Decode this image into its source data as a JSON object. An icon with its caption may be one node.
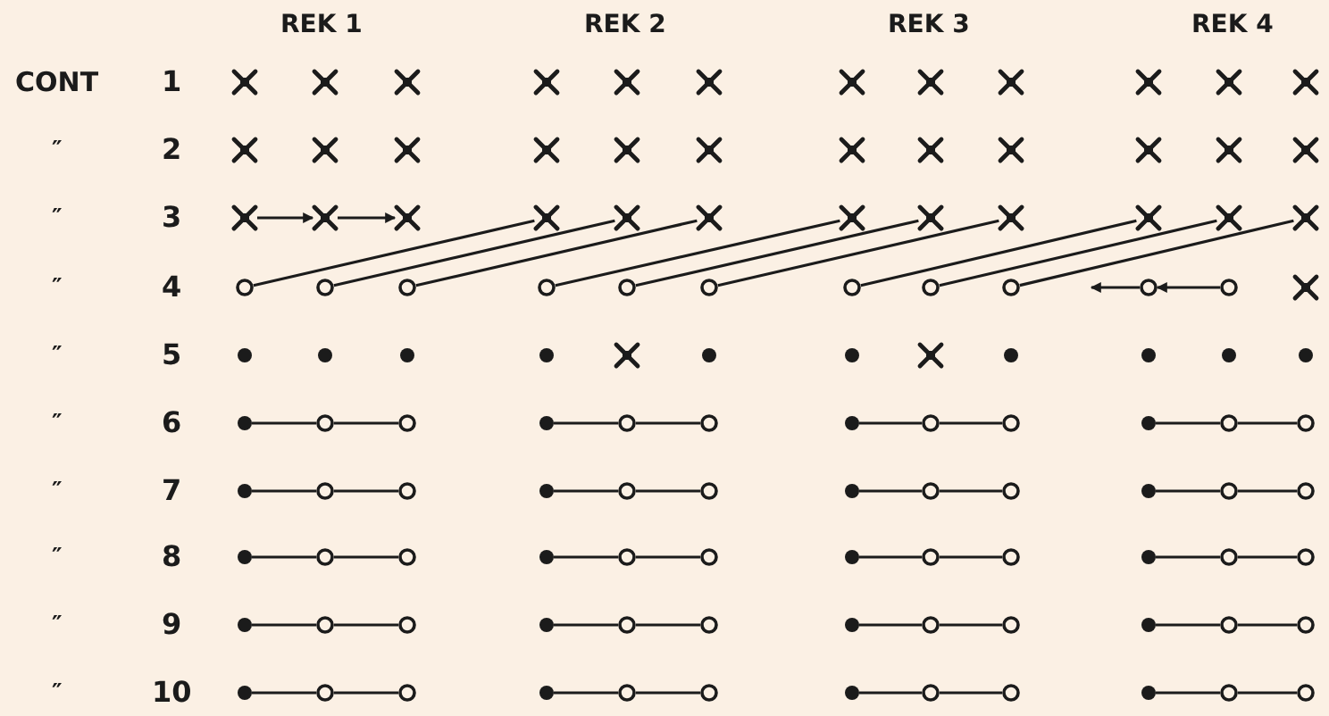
{
  "diagram": {
    "nodes": [
      {
        "text": [],
        "shape": "cross"
      },
      {
        "text": [],
        "shape": "cross"
      },
      {
        "text": [],
        "shape": "cross"
      },
      {
        "text": [],
        "shape": "cross"
      },
      {
        "text": [],
        "shape": "cross"
      },
      {
        "text": [],
        "shape": "cross"
      },
      {
        "text": [],
        "shape": "cross"
      },
      {
        "text": [],
        "shape": "cross"
      },
      {
        "text": [],
        "shape": "cross"
      },
      {
        "text": [],
        "shape": "cross"
      },
      {
        "text": [],
        "shape": "cross"
      },
      {
        "text": [],
        "shape": "cross"
      },
      {
        "text": [],
        "shape": "cross"
      },
      {
        "text": [],
        "shape": "cross"
      },
      {
        "text": [],
        "shape": "cross"
      },
      {
        "text": [],
        "shape": "cross"
      },
      {
        "text": [],
        "shape": "cross"
      },
      {
        "text": [],
        "shape": "cross"
      },
      {
        "text": [],
        "shape": "cross"
      },
      {
        "text": [],
        "shape": "cross"
      },
      {
        "text": [],
        "shape": "cross"
      },
      {
        "text": [],
        "shape": "cross"
      },
      {
        "text": [],
        "shape": "cross"
      },
      {
        "text": [],
        "shape": "cross"
      },
      {
        "text": [],
        "shape": "cross"
      },
      {
        "text": [],
        "shape": "cross"
      },
      {
        "text": [],
        "shape": "cross"
      },
      {
        "text": [],
        "shape": "cross"
      },
      {
        "text": [],
        "shape": "cross"
      },
      {
        "text": [],
        "shape": "cross"
      },
      {
        "text": [],
        "shape": "cross"
      },
      {
        "text": [],
        "shape": "cross"
      },
      {
        "text": [],
        "shape": "cross"
      },
      {
        "text": [],
        "shape": "cross"
      },
      {
        "text": [],
        "shape": "cross"
      },
      {
        "text": [],
        "shape": "cross"
      },
      {
        "text": [],
        "shape": "circle"
      },
      {
        "text": [],
        "shape": "circle"
      },
      {
        "text": [],
        "shape": "circle"
      },
      {
        "text": [],
        "shape": "circle"
      },
      {
        "text": [],
        "shape": "circle"
      },
      {
        "text": [],
        "shape": "circle"
      },
      {
        "text": [],
        "shape": "circle"
      },
      {
        "text": [],
        "shape": "circle"
      },
      {
        "text": [],
        "shape": "circle"
      },
      {
        "text": [],
        "shape": "circle"
      },
      {
        "text": [],
        "shape": "circle"
      },
      {
        "text": [],
        "shape": "cross"
      },
      {
        "text": [],
        "shape": "dot"
      },
      {
        "text": [],
        "shape": "dot"
      },
      {
        "text": [],
        "shape": "dot"
      },
      {
        "text": [],
        "shape": "dot"
      },
      {
        "text": [],
        "shape": "cross"
      },
      {
        "text": [],
        "shape": "dot"
      },
      {
        "text": [],
        "shape": "dot"
      },
      {
        "text": [],
        "shape": "cross"
      },
      {
        "text": [],
        "shape": "dot"
      },
      {
        "text": [],
        "shape": "dot"
      },
      {
        "text": [],
        "shape": "dot"
      },
      {
        "text": [],
        "shape": "dot"
      },
      {
        "text": [],
        "shape": "dot"
      },
      {
        "text": [],
        "shape": "circle"
      },
      {
        "text": [],
        "shape": "circle"
      },
      {
        "text": [],
        "shape": "dot"
      },
      {
        "text": [],
        "shape": "circle"
      },
      {
        "text": [],
        "shape": "circle"
      },
      {
        "text": [],
        "shape": "dot"
      },
      {
        "text": [],
        "shape": "circle"
      },
      {
        "text": [],
        "shape": "circle"
      },
      {
        "text": [],
        "shape": "dot"
      },
      {
        "text": [],
        "shape": "circle"
      },
      {
        "text": [],
        "shape": "circle"
      },
      {
        "text": [],
        "shape": "dot"
      },
      {
        "text": [],
        "shape": "circle"
      },
      {
        "text": [],
        "shape": "circle"
      },
      {
        "text": [],
        "shape": "dot"
      },
      {
        "text": [],
        "shape": "circle"
      },
      {
        "text": [],
        "shape": "circle"
      },
      {
        "text": [],
        "shape": "dot"
      },
      {
        "text": [],
        "shape": "circle"
      },
      {
        "text": [],
        "shape": "circle"
      },
      {
        "text": [],
        "shape": "dot"
      },
      {
        "text": [],
        "shape": "circle"
      },
      {
        "text": [],
        "shape": "circle"
      },
      {
        "text": [],
        "shape": "dot"
      },
      {
        "text": [],
        "shape": "circle"
      },
      {
        "text": [],
        "shape": "circle"
      },
      {
        "text": [],
        "shape": "dot"
      },
      {
        "text": [],
        "shape": "circle"
      },
      {
        "text": [],
        "shape": "circle"
      },
      {
        "text": [],
        "shape": "dot"
      },
      {
        "text": [],
        "shape": "circle"
      },
      {
        "text": [],
        "shape": "circle"
      },
      {
        "text": [],
        "shape": "dot"
      },
      {
        "text": [],
        "shape": "circle"
      },
      {
        "text": [],
        "shape": "circle"
      },
      {
        "text": [],
        "shape": "dot"
      },
      {
        "text": [],
        "shape": "circle"
      },
      {
        "text": [],
        "shape": "circle"
      },
      {
        "text": [],
        "shape": "dot"
      },
      {
        "text": [],
        "shape": "circle"
      },
      {
        "text": [],
        "shape": "circle"
      },
      {
        "text": [],
        "shape": "dot"
      },
      {
        "text": [],
        "shape": "circle"
      },
      {
        "text": [],
        "shape": "circle"
      },
      {
        "text": [],
        "shape": "dot"
      },
      {
        "text": [],
        "shape": "circle"
      },
      {
        "text": [],
        "shape": "circle"
      },
      {
        "text": [],
        "shape": "dot"
      },
      {
        "text": [],
        "shape": "circle"
      },
      {
        "text": [],
        "shape": "circle"
      },
      {
        "text": [],
        "shape": "dot"
      },
      {
        "text": [],
        "shape": "circle"
      },
      {
        "text": [],
        "shape": "circle"
      },
      {
        "text": [],
        "shape": "dot"
      },
      {
        "text": [],
        "shape": "circle"
      },
      {
        "text": [],
        "shape": "circle"
      },
      {
        "text": [],
        "shape": "dot"
      },
      {
        "text": [],
        "shape": "circle"
      },
      {
        "text": [],
        "shape": "circle"
      }
    ],
    "edges": [
      {
        "from": 24,
        "to": 25,
        "arrow": "to"
      },
      {
        "from": 25,
        "to": 26,
        "arrow": "to"
      },
      {
        "from": 36,
        "to": 27,
        "arrow": "none"
      },
      {
        "from": 37,
        "to": 28,
        "arrow": "none"
      },
      {
        "from": 38,
        "to": 29,
        "arrow": "none"
      },
      {
        "from": 39,
        "to": 30,
        "arrow": "none"
      },
      {
        "from": 40,
        "to": 31,
        "arrow": "none"
      },
      {
        "from": 41,
        "to": 32,
        "arrow": "none"
      },
      {
        "from": 42,
        "to": 33,
        "arrow": "none"
      },
      {
        "from": 43,
        "to": 34,
        "arrow": "none"
      },
      {
        "from": 44,
        "to": 35,
        "arrow": "none"
      },
      {
        "from": 45,
        "to": null,
        "arrow": "to"
      },
      {
        "from": 46,
        "to": 45,
        "arrow": "to"
      },
      {
        "from": 60,
        "to": 61,
        "arrow": "none"
      },
      {
        "from": 61,
        "to": 62,
        "arrow": "none"
      },
      {
        "from": 63,
        "to": 64,
        "arrow": "none"
      },
      {
        "from": 64,
        "to": 65,
        "arrow": "none"
      },
      {
        "from": 66,
        "to": 67,
        "arrow": "none"
      },
      {
        "from": 67,
        "to": 68,
        "arrow": "none"
      },
      {
        "from": 69,
        "to": 70,
        "arrow": "none"
      },
      {
        "from": 70,
        "to": 71,
        "arrow": "none"
      },
      {
        "from": 72,
        "to": 73,
        "arrow": "none"
      },
      {
        "from": 73,
        "to": 74,
        "arrow": "none"
      },
      {
        "from": 75,
        "to": 76,
        "arrow": "none"
      },
      {
        "from": 76,
        "to": 77,
        "arrow": "none"
      },
      {
        "from": 78,
        "to": 79,
        "arrow": "none"
      },
      {
        "from": 79,
        "to": 80,
        "arrow": "none"
      },
      {
        "from": 81,
        "to": 82,
        "arrow": "none"
      },
      {
        "from": 82,
        "to": 83,
        "arrow": "none"
      },
      {
        "from": 84,
        "to": 85,
        "arrow": "none"
      },
      {
        "from": 85,
        "to": 86,
        "arrow": "none"
      },
      {
        "from": 87,
        "to": 88,
        "arrow": "none"
      },
      {
        "from": 88,
        "to": 89,
        "arrow": "none"
      },
      {
        "from": 90,
        "to": 91,
        "arrow": "none"
      },
      {
        "from": 91,
        "to": 92,
        "arrow": "none"
      },
      {
        "from": 93,
        "to": 94,
        "arrow": "none"
      },
      {
        "from": 94,
        "to": 95,
        "arrow": "none"
      },
      {
        "from": 96,
        "to": 97,
        "arrow": "none"
      },
      {
        "from": 97,
        "to": 98,
        "arrow": "none"
      },
      {
        "from": 99,
        "to": 100,
        "arrow": "none"
      },
      {
        "from": 100,
        "to": 101,
        "arrow": "none"
      },
      {
        "from": 102,
        "to": 103,
        "arrow": "none"
      },
      {
        "from": 103,
        "to": 104,
        "arrow": "none"
      },
      {
        "from": 105,
        "to": 106,
        "arrow": "none"
      },
      {
        "from": 106,
        "to": 107,
        "arrow": "none"
      },
      {
        "from": 108,
        "to": 109,
        "arrow": "none"
      },
      {
        "from": 109,
        "to": 110,
        "arrow": "none"
      },
      {
        "from": 111,
        "to": 112,
        "arrow": "none"
      },
      {
        "from": 112,
        "to": 113,
        "arrow": "none"
      },
      {
        "from": 114,
        "to": 115,
        "arrow": "none"
      },
      {
        "from": 115,
        "to": 116,
        "arrow": "none"
      },
      {
        "from": 117,
        "to": 118,
        "arrow": "none"
      },
      {
        "from": 118,
        "to": 119,
        "arrow": "none"
      }
    ],
    "labels": [
      "REK 1",
      "REK 2",
      "REK 3",
      "REK 4",
      "CONT",
      "1",
      "″",
      "2",
      "″",
      "3",
      "″",
      "4",
      "″",
      "5",
      "″",
      "6",
      "″",
      "7",
      "″",
      "8",
      "″",
      "9",
      "″",
      "10"
    ]
  }
}
